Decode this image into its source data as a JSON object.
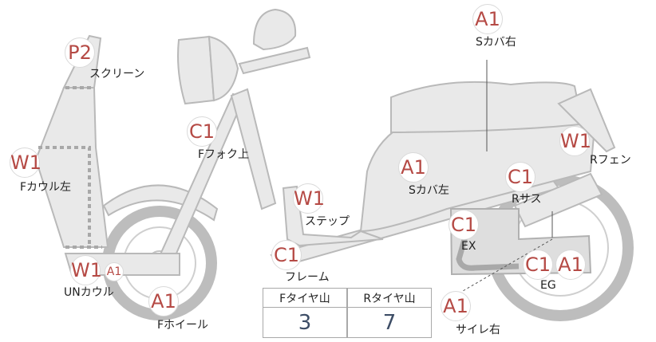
{
  "diagram": {
    "parts": [
      {
        "id": "screen",
        "grade": "P2",
        "label": "スクリーン"
      },
      {
        "id": "fcowl_left",
        "grade": "W1",
        "label": "Fカウル左"
      },
      {
        "id": "ffork_upper",
        "grade": "C1",
        "label": "Fフォク上"
      },
      {
        "id": "un_cowl",
        "grade": "W1",
        "grade2": "A1",
        "label": "UNカウル"
      },
      {
        "id": "fwheel",
        "grade": "A1",
        "label": "Fホイール"
      },
      {
        "id": "step",
        "grade": "W1",
        "label": "ステップ"
      },
      {
        "id": "frame",
        "grade": "C1",
        "label": "フレーム"
      },
      {
        "id": "scover_left",
        "grade": "A1",
        "label": "Sカバ左"
      },
      {
        "id": "scover_right",
        "grade": "A1",
        "label": "Sカバ右"
      },
      {
        "id": "rfender",
        "grade": "W1",
        "label": "Rフェン"
      },
      {
        "id": "rsus",
        "grade": "C1",
        "label": "Rサス"
      },
      {
        "id": "exhaust",
        "grade": "C1",
        "label": "EX"
      },
      {
        "id": "engine",
        "grade": "C1",
        "grade2": "A1",
        "label": "EG"
      },
      {
        "id": "side_right",
        "grade": "A1",
        "label": "サイレ右"
      }
    ]
  },
  "tread": {
    "headers": [
      "Fタイヤ山",
      "Rタイヤ山"
    ],
    "values": [
      "3",
      "7"
    ]
  }
}
